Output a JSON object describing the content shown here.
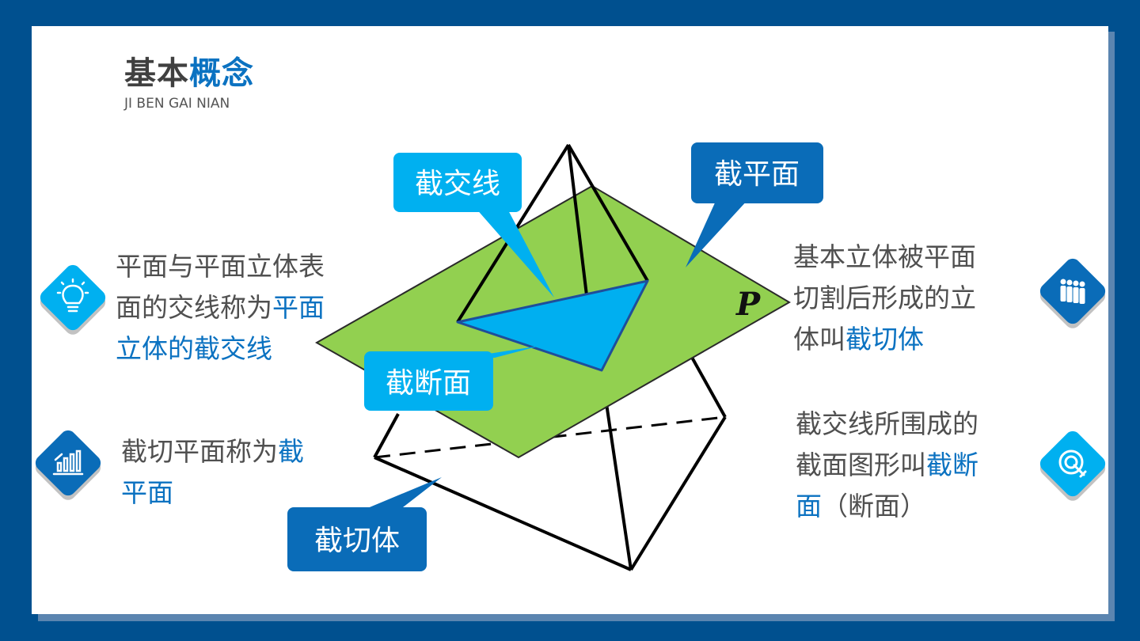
{
  "header": {
    "title_part1": "基本",
    "title_part2": "概念",
    "subtitle": "JI BEN GAI NIAN"
  },
  "diagram": {
    "plane_label": "P",
    "callouts": {
      "intersection_line": "截交线",
      "section_plane": "截平面",
      "section_face": "截断面",
      "truncated_solid": "截切体"
    }
  },
  "notes": {
    "left_top": {
      "line1": "平面与平面立体表",
      "line2_a": "面的交线称为",
      "line2_b": "平面",
      "line3": "立体的截交线"
    },
    "left_bottom": {
      "line1_a": "截切平面称为",
      "line1_b": "截",
      "line2": "平面"
    },
    "right_top": {
      "line1": "基本立体被平面",
      "line2": "切割后形成的立",
      "line3_a": "体叫",
      "line3_b": "截切体"
    },
    "right_bottom": {
      "line1": "截交线所围成的",
      "line2_a": "截面图形叫",
      "line2_b": "截断",
      "line3_a": "面",
      "line3_b": "（断面）"
    }
  },
  "icons": {
    "left_top": "lightbulb-icon",
    "left_bottom": "bar-chart-icon",
    "right_top": "team-icon",
    "right_bottom": "target-icon"
  },
  "colors": {
    "border": "#00508f",
    "dark_blue": "#0a6cb8",
    "light_blue": "#00b0f0",
    "plane_green": "#92d050",
    "highlight_text": "#0b72c1"
  }
}
